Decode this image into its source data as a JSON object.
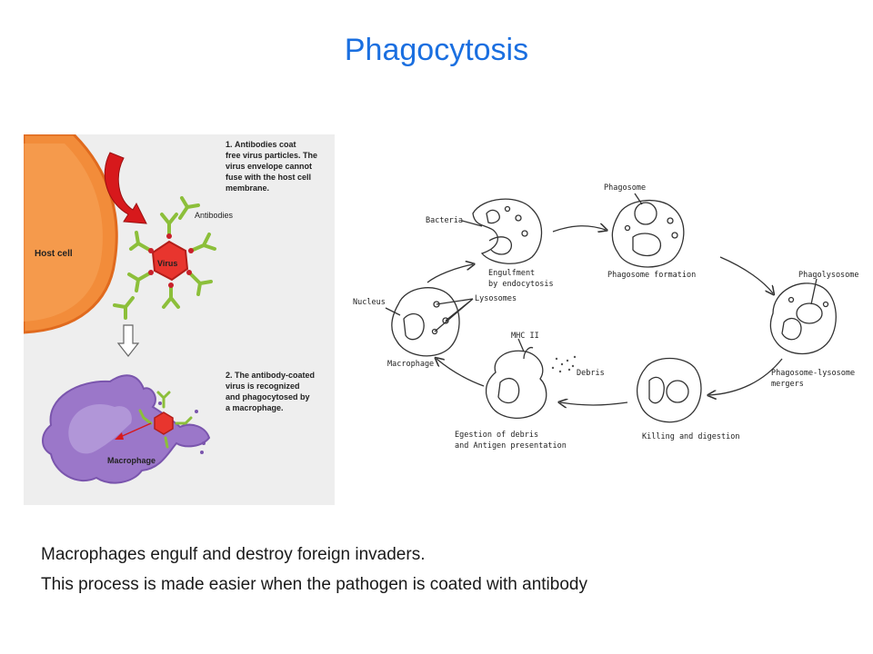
{
  "title": "Phagocytosis",
  "left_figure": {
    "step1_num": "1.",
    "step1_lines": [
      "Antibodies coat",
      "free virus particles. The",
      "virus envelope cannot",
      "fuse with the host cell",
      "membrane."
    ],
    "label_antibodies": "Antibodies",
    "label_host_cell": "Host cell",
    "label_virus": "Virus",
    "step2_num": "2.",
    "step2_lines": [
      "The antibody-coated",
      "virus is recognized",
      "and phagocytosed by",
      "a macrophage."
    ],
    "label_macrophage": "Macrophage"
  },
  "right_figure": {
    "bacteria": "Bacteria",
    "phagosome": "Phagosome",
    "engulfment_1": "Engulfment",
    "engulfment_2": "by endocytosis",
    "phagosome_formation": "Phagosome formation",
    "phagolysosome": "Phagolysosome",
    "nucleus": "Nucleus",
    "lysosomes": "Lysosomes",
    "mhc": "MHC II",
    "debris": "Debris",
    "macrophage": "Macrophage",
    "merger_1": "Phagosome-lysosome",
    "merger_2": "mergers",
    "egestion_1": "Egestion of debris",
    "egestion_2": "and Antigen presentation",
    "killing": "Killing and digestion"
  },
  "captions": {
    "line1": "Macrophages engulf and destroy foreign invaders.",
    "line2": "This process is made easier when the pathogen is coated with antibody"
  }
}
